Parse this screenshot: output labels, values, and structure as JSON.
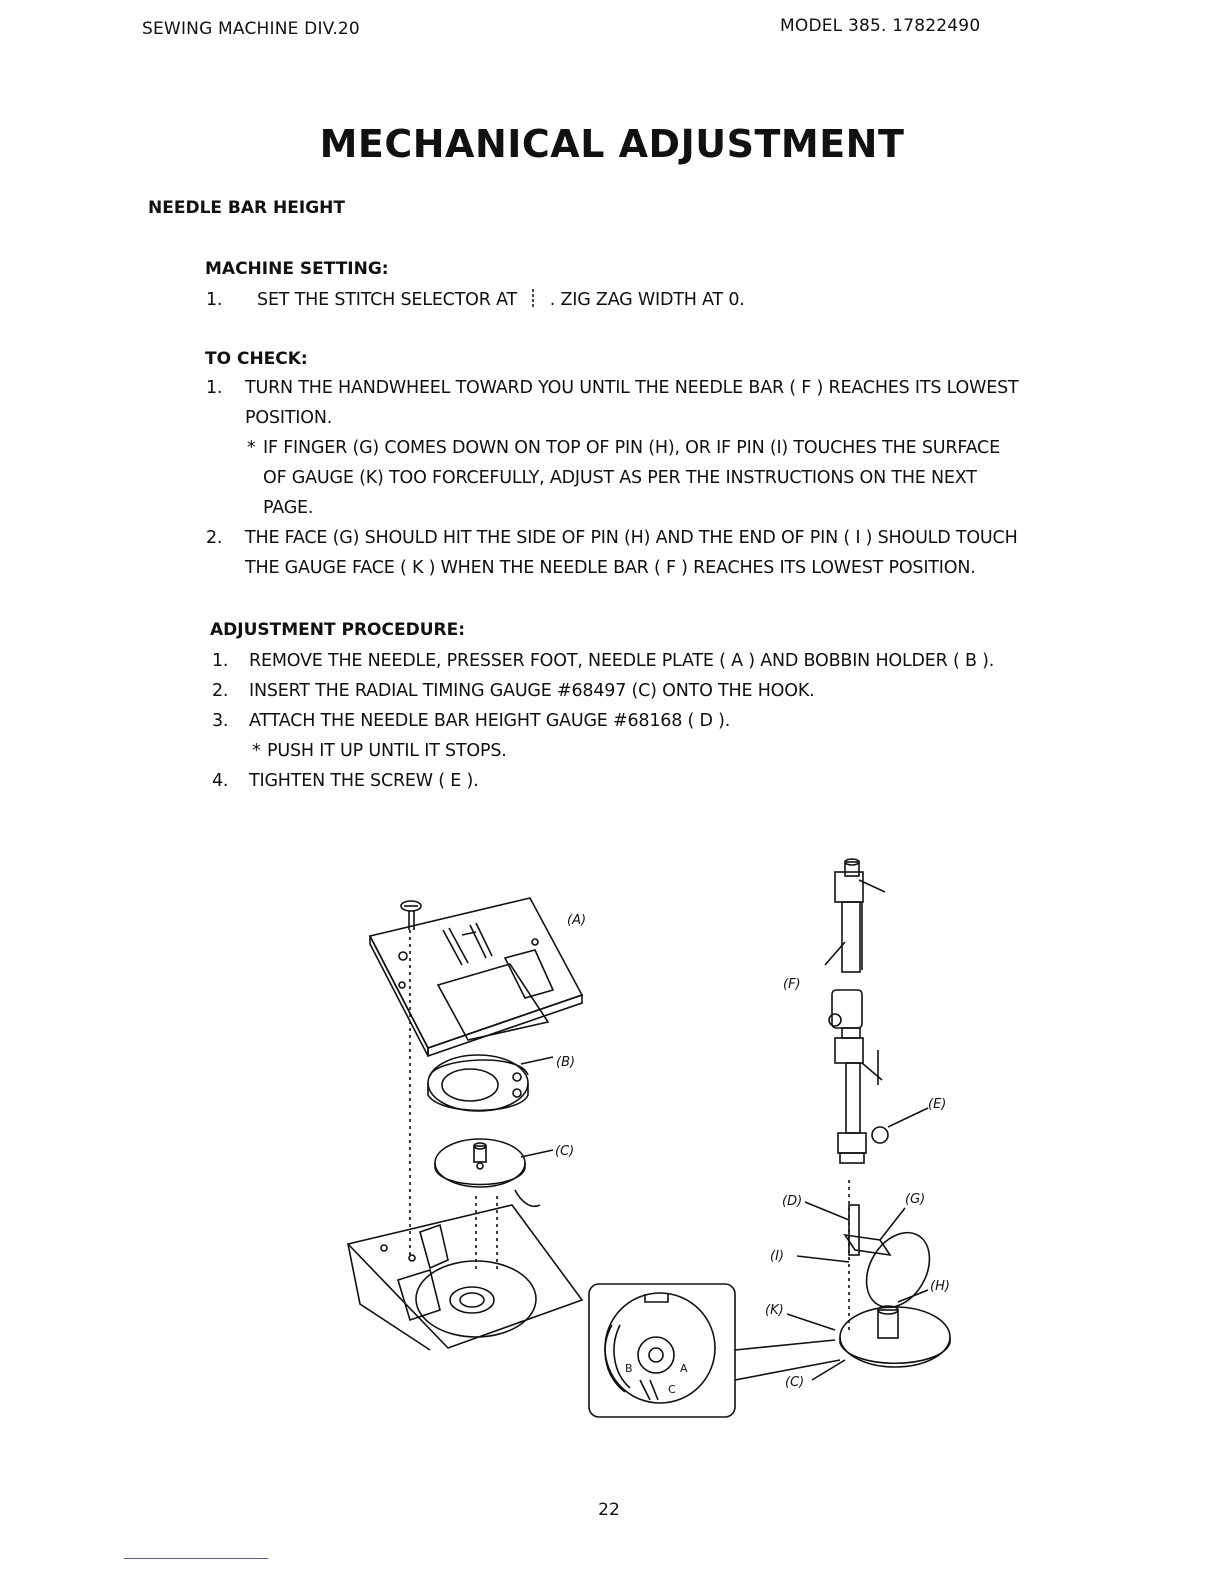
{
  "header": {
    "left": "SEWING MACHINE DIV.20",
    "right": "MODEL 385. 17822490"
  },
  "title": "MECHANICAL ADJUSTMENT",
  "section": "NEEDLE BAR HEIGHT",
  "machine_setting": {
    "heading": "MACHINE SETTING:",
    "items": [
      {
        "num": "1.",
        "text_before": "SET THE STITCH SELECTOR AT",
        "text_after": ". ZIG ZAG WIDTH AT 0."
      }
    ]
  },
  "to_check": {
    "heading": "TO CHECK:",
    "items": [
      {
        "num": "1.",
        "lines": [
          "TURN THE HANDWHEEL TOWARD YOU UNTIL THE NEEDLE BAR ( F ) REACHES ITS LOWEST",
          "POSITION."
        ]
      },
      {
        "num": "*",
        "lines": [
          "IF FINGER (G) COMES DOWN ON TOP OF PIN (H), OR IF PIN (I) TOUCHES THE SURFACE",
          "OF GAUGE (K) TOO FORCEFULLY, ADJUST AS PER THE INSTRUCTIONS ON THE NEXT",
          "PAGE."
        ]
      },
      {
        "num": "2.",
        "lines": [
          "THE FACE (G) SHOULD HIT THE SIDE OF PIN (H) AND THE END OF PIN ( I ) SHOULD TOUCH",
          "THE GAUGE FACE ( K ) WHEN THE NEEDLE BAR ( F ) REACHES ITS LOWEST POSITION."
        ]
      }
    ]
  },
  "adjustment": {
    "heading": "ADJUSTMENT PROCEDURE:",
    "items": [
      {
        "num": "1.",
        "text": "REMOVE THE NEEDLE, PRESSER FOOT, NEEDLE PLATE ( A ) AND BOBBIN HOLDER ( B )."
      },
      {
        "num": "2.",
        "text": "INSERT THE RADIAL TIMING GAUGE #68497 (C) ONTO THE HOOK."
      },
      {
        "num": "3.",
        "text": "ATTACH THE NEEDLE BAR HEIGHT GAUGE #68168 ( D )."
      },
      {
        "num": "*",
        "text": "PUSH IT UP UNTIL IT STOPS."
      },
      {
        "num": "4.",
        "text": "TIGHTEN THE SCREW ( E )."
      }
    ]
  },
  "diagram_labels": {
    "A": "(A)",
    "B": "(B)",
    "C": "(C)",
    "F": "(F)",
    "E": "(E)",
    "D": "(D)",
    "G": "(G)",
    "I": "(I)",
    "H": "(H)",
    "K": "(K)",
    "C2": "(C)",
    "inset_b": "B",
    "inset_a": "A",
    "inset_c": "C"
  },
  "page_number": "22"
}
